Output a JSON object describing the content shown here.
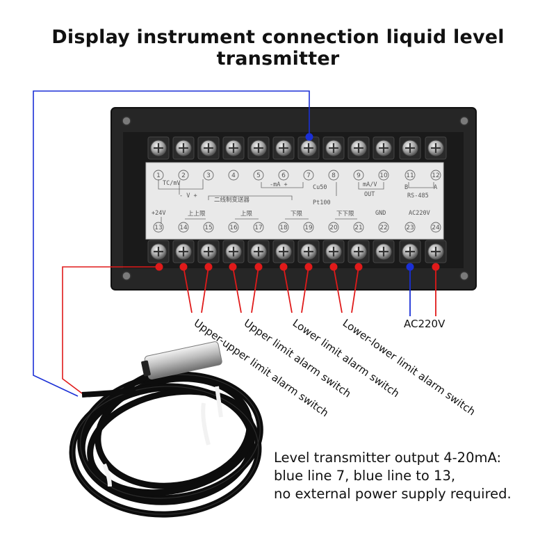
{
  "title": "Display instrument connection liquid level transmitter",
  "terminal_numbers": [
    "1",
    "2",
    "3",
    "4",
    "5",
    "6",
    "7",
    "8",
    "9",
    "10",
    "11",
    "12",
    "13",
    "14",
    "15",
    "16",
    "17",
    "18",
    "19",
    "20",
    "21",
    "22",
    "23",
    "24"
  ],
  "panel_labels": {
    "tc_mv": "TC/mV",
    "minus_v_plus": "- V +",
    "minus_ma_plus": "-mA +",
    "ma_v": "mA/V",
    "out": "OUT",
    "cu50": "Cu50",
    "pt100": "Pt100",
    "b": "B",
    "a": "A",
    "rs485": "RS-485",
    "two_wire": "二线制变送器",
    "plus24v": "+24V",
    "upper_upper_cn": "上上限",
    "upper_cn": "上限",
    "lower_cn": "下限",
    "lower_lower_cn": "下下限",
    "gnd": "GND",
    "ac220v_panel": "AC220V"
  },
  "alarm_labels": {
    "upper_upper": "Upper-upper limit alarm switch",
    "upper": "Upper limit alarm switch",
    "lower": "Lower limit alarm switch",
    "lower_lower": "Lower-lower limit alarm switch"
  },
  "power_label": "AC220V",
  "note": {
    "line1": "Level transmitter output 4-20mA:",
    "line2": "blue line 7, blue line to 13,",
    "line3": "no external power supply required."
  },
  "colors": {
    "wire_red": "#e01a1a",
    "wire_blue": "#1a2fd6",
    "panel_black": "#1c1c1c",
    "label_plate": "#e9e9e9"
  }
}
